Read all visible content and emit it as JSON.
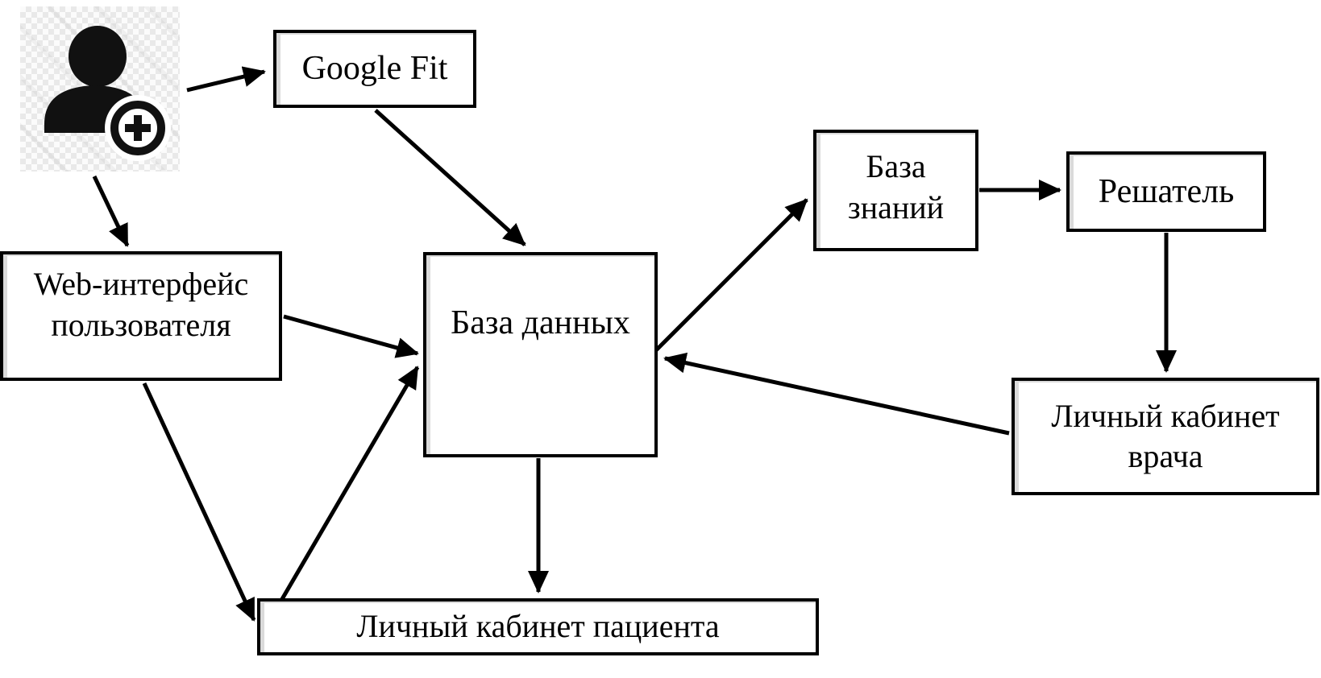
{
  "diagram": {
    "background_color": "#ffffff",
    "stroke_color": "#000000",
    "box_fill_color": "#ffffff",
    "nodes": {
      "user": {
        "icon": "add-user-icon"
      },
      "google_fit": {
        "label": "Google Fit"
      },
      "web_interface": {
        "line1": "Web-интерфейс",
        "line2": "пользователя"
      },
      "database": {
        "label": "База данных"
      },
      "knowledge_base": {
        "line1": "База",
        "line2": "знаний"
      },
      "solver": {
        "label": "Решатель"
      },
      "doctor_cabinet": {
        "line1": "Личный кабинет",
        "line2": "врача"
      },
      "patient_cabinet": {
        "label": "Личный кабинет пациента"
      }
    },
    "edges": [
      {
        "from": "user",
        "to": "google_fit"
      },
      {
        "from": "user",
        "to": "web_interface"
      },
      {
        "from": "google_fit",
        "to": "database"
      },
      {
        "from": "web_interface",
        "to": "database"
      },
      {
        "from": "web_interface",
        "to": "patient_cabinet"
      },
      {
        "from": "patient_cabinet",
        "to": "database"
      },
      {
        "from": "database",
        "to": "patient_cabinet"
      },
      {
        "from": "database",
        "to": "knowledge_base"
      },
      {
        "from": "doctor_cabinet",
        "to": "database"
      },
      {
        "from": "knowledge_base",
        "to": "solver"
      },
      {
        "from": "solver",
        "to": "doctor_cabinet"
      }
    ]
  }
}
